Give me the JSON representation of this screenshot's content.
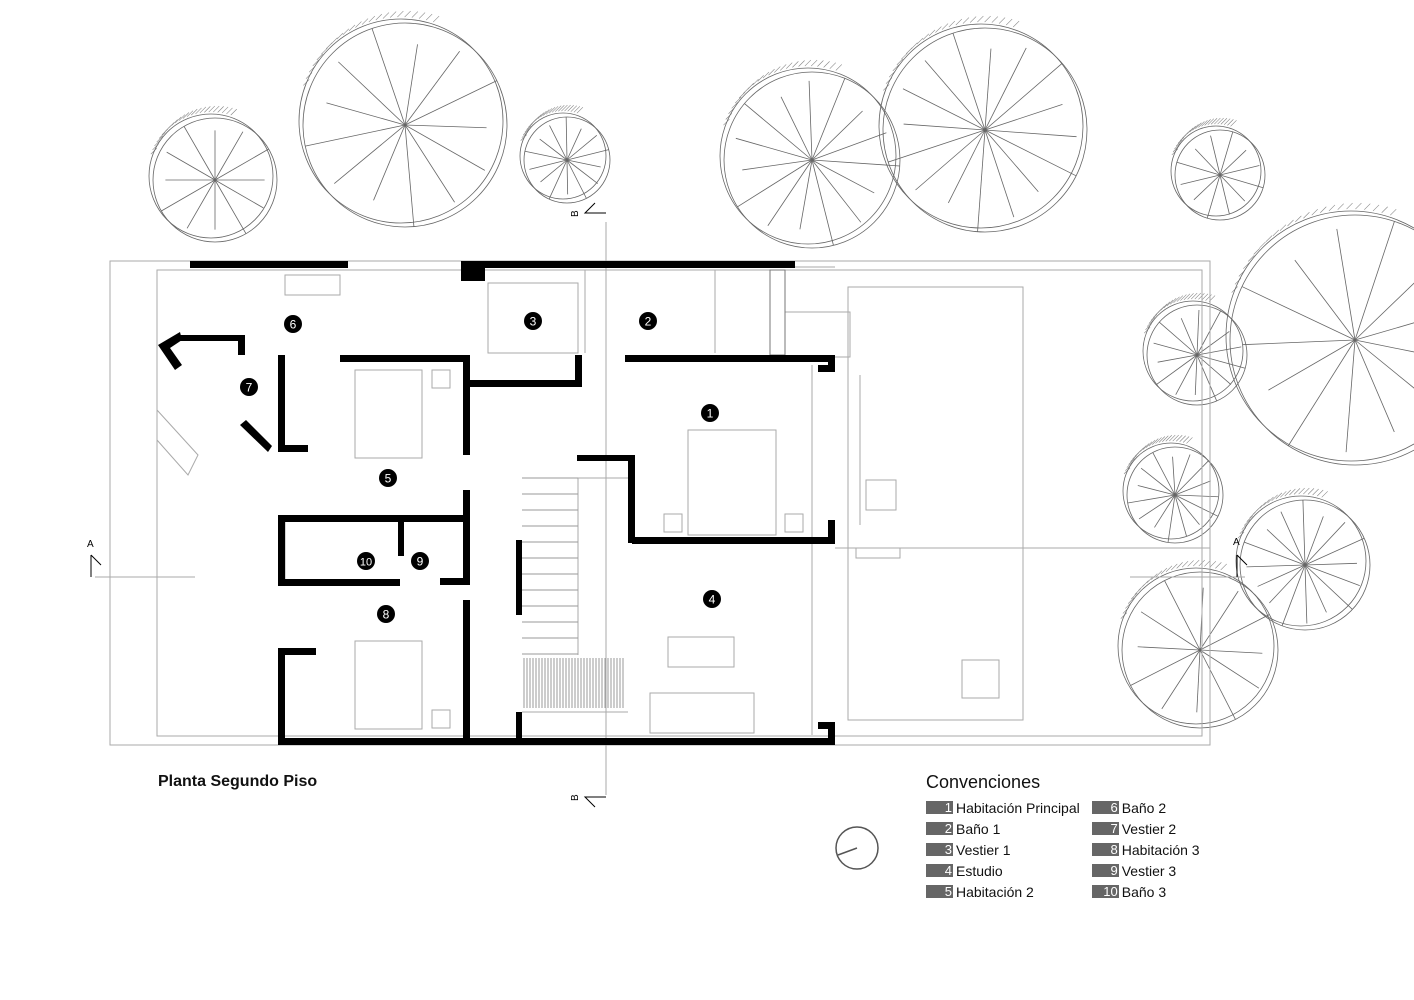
{
  "plan": {
    "title": "Planta Segundo Piso",
    "section_marks": {
      "a_left": "A",
      "a_right": "A",
      "b_top": "B",
      "b_bottom": "B"
    },
    "room_markers": [
      "1",
      "2",
      "3",
      "4",
      "5",
      "6",
      "7",
      "8",
      "9",
      "10"
    ]
  },
  "legend": {
    "title": "Convenciones",
    "items": [
      {
        "num": "1",
        "label": "Habitación Principal"
      },
      {
        "num": "2",
        "label": "Baño 1"
      },
      {
        "num": "3",
        "label": "Vestier 1"
      },
      {
        "num": "4",
        "label": "Estudio"
      },
      {
        "num": "5",
        "label": "Habitación 2"
      },
      {
        "num": "6",
        "label": "Baño 2"
      },
      {
        "num": "7",
        "label": "Vestier 2"
      },
      {
        "num": "8",
        "label": "Habitación 3"
      },
      {
        "num": "9",
        "label": "Vestier 3"
      },
      {
        "num": "10",
        "label": "Baño 3"
      }
    ]
  },
  "colors": {
    "wall": "#000000",
    "line": "#9a9a9a",
    "legend_box": "#666666"
  }
}
